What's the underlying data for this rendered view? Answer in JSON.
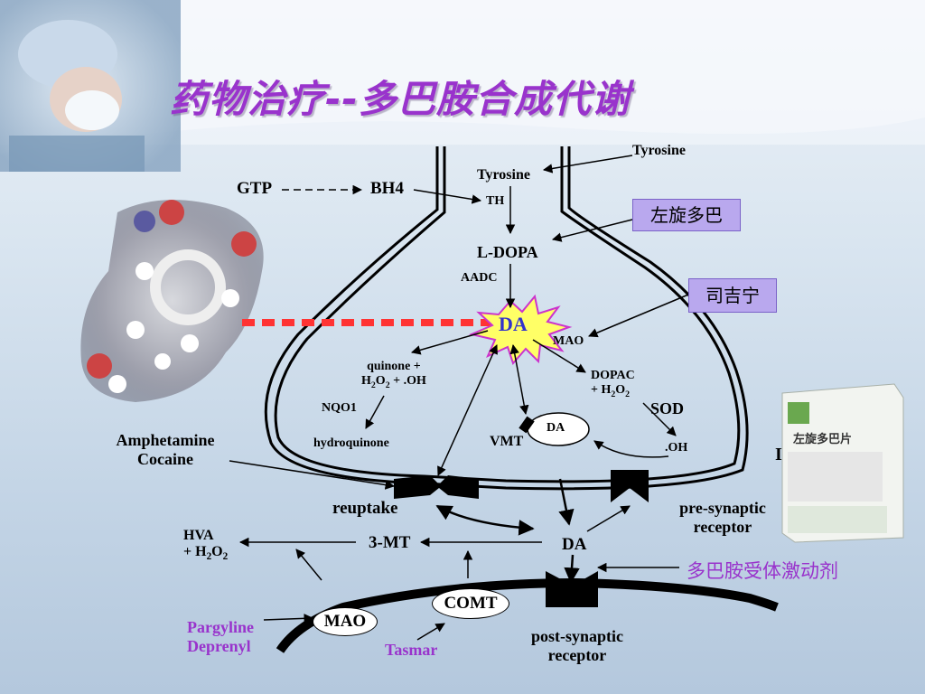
{
  "title": "药物治疗--多巴胺合成代谢",
  "labels": {
    "tyrosine_top": "Tyrosine",
    "tyrosine": "Tyrosine",
    "gtp": "GTP",
    "bh4": "BH4",
    "th": "TH",
    "ldopa": "L-DOPA",
    "aadc": "AADC",
    "da_center": "DA",
    "mao_inner": "MAO",
    "quinone_line1": "quinone +",
    "quinone_line2_a": "H",
    "quinone_line2_b": "2",
    "quinone_line2_c": "O",
    "quinone_line2_d": "2",
    "quinone_line2_e": " + .OH",
    "nqo1": "NQO1",
    "hydroquinone": "hydroquinone",
    "dopac_line1": "DOPAC",
    "dopac_line2_a": "+ H",
    "dopac_line2_b": "2",
    "dopac_line2_c": "O",
    "dopac_line2_d": "2",
    "sod": "SOD",
    "oh": ".OH",
    "vmt": "VMT",
    "da_vesicle": "DA",
    "amphetamine": "Amphetamine",
    "cocaine": "Cocaine",
    "reuptake": "reuptake",
    "presyn_line1": "pre-synaptic",
    "presyn_line2": "receptor",
    "hva_line1": "HVA",
    "hva_line2_a": "+ H",
    "hva_line2_b": "2",
    "hva_line2_c": "O",
    "hva_line2_d": "2",
    "three_mt": "3-MT",
    "da_cleft": "DA",
    "mao_outer": "MAO",
    "comt": "COMT",
    "pargyline": "Pargyline",
    "deprenyl": "Deprenyl",
    "tasmar": "Tasmar",
    "postsyn_line1": "post-synaptic",
    "postsyn_line2": "receptor",
    "partial_letter": "I"
  },
  "drug_boxes": {
    "levodopa": "左旋多巴",
    "selegiline": "司吉宁"
  },
  "agonist_label": "多巴胺受体激动剂",
  "package_label": "左旋多巴片",
  "colors": {
    "title": "#9933cc",
    "drug_box": "#b9a8ee",
    "drug_text_purple": "#9933cc",
    "da_star": "#ffff66",
    "da_star_outline": "#cc33cc",
    "dashed_red": "#ff3333"
  }
}
